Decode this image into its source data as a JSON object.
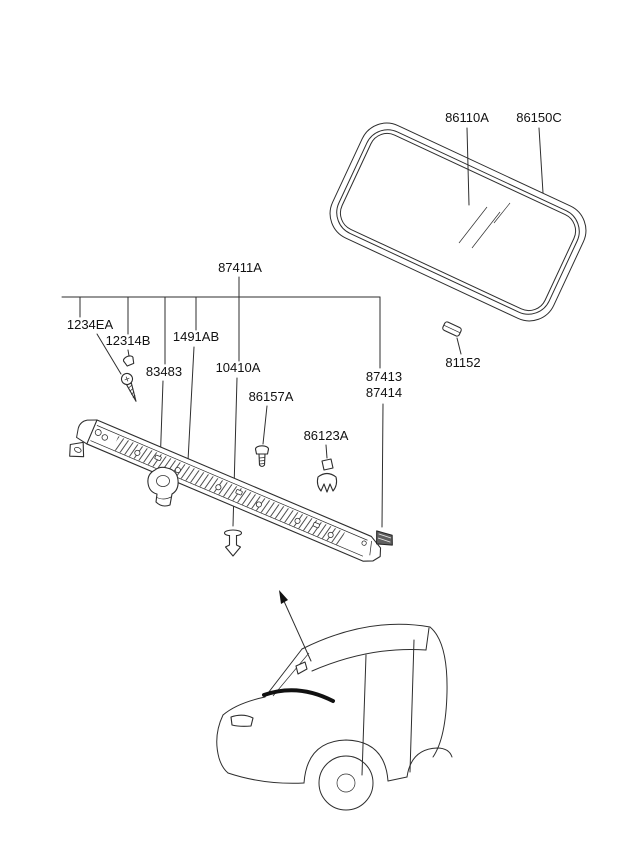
{
  "colors": {
    "background": "#ffffff",
    "line": "#2e2e2e",
    "text": "#111111"
  },
  "labels": {
    "glass": "86110A",
    "molding": "86150C",
    "joint_clip": "81152",
    "cowl_top_cover": "87411A",
    "screw": "1234EA",
    "grommet": "12314B",
    "bolt": "1491AB",
    "hook": "83483",
    "plug": "10410A",
    "tapping_screw": "86157A",
    "clip": "86123A",
    "end_clip_upper": "87413",
    "end_clip_lower": "87414"
  }
}
